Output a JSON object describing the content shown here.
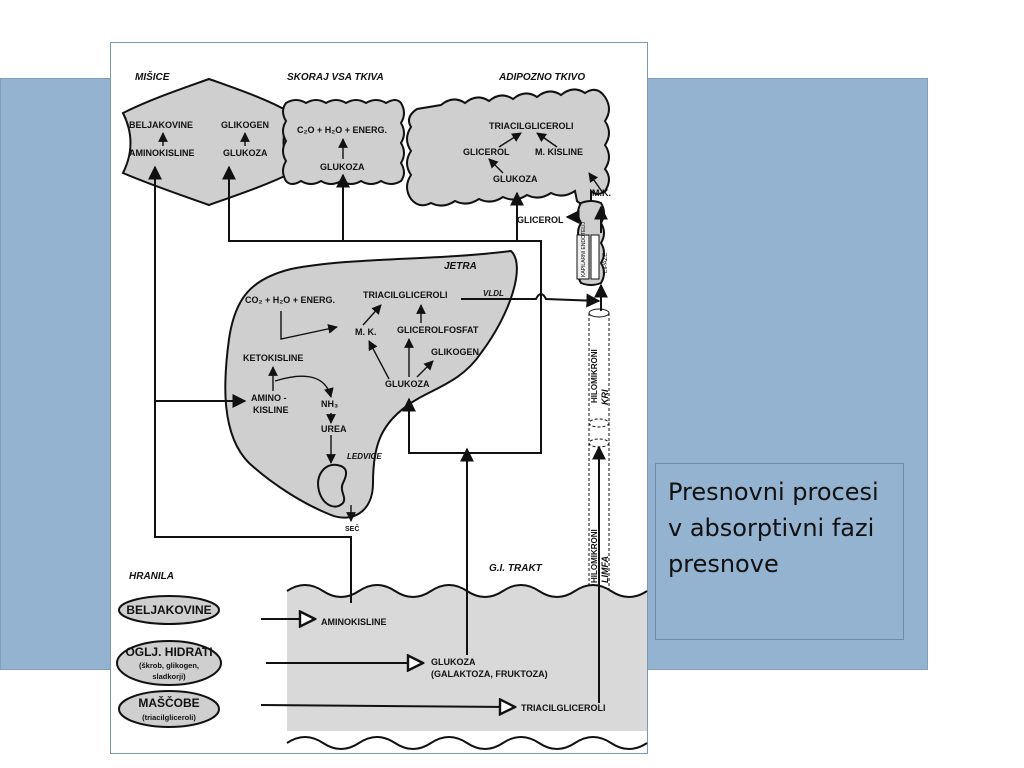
{
  "caption": {
    "text": "Presnovni procesi v absorptivni fazi presnove"
  },
  "organs": {
    "muscles": {
      "title": "MIŠICE",
      "label_protein": "BELJAKOVINE",
      "label_glycogen": "GLIKOGEN",
      "label_amino": "AMINOKISLINE",
      "label_glucose": "GLUKOZA"
    },
    "tissues": {
      "title": "SKORAJ VSA TKIVA",
      "reaction": "C₂O + H₂O + ENERG.",
      "label_glucose": "GLUKOZA"
    },
    "adipose": {
      "title": "ADIPOZNO TKIVO",
      "label_tg": "TRIACILGLICEROLI",
      "label_glycerol": "GLICEROL",
      "label_fa": "M. KISLINE",
      "label_glucose": "GLUKOZA",
      "label_mk": "M.K.",
      "label_glycerol_out": "GLICEROL",
      "label_capillary": "KAPILARNI ENDOTELIJ",
      "label_lipase": "LIPAZE"
    },
    "liver": {
      "title": "JETRA",
      "reaction": "CO₂ + H₂O + ENERG.",
      "label_tg": "TRIACILGLICEROLI",
      "label_vldl": "VLDL",
      "label_mk": "M. K.",
      "label_glycerolphosphate": "GLICEROLFOSFAT",
      "label_ketoacids": "KETOKISLINE",
      "label_glycogen": "GLIKOGEN",
      "label_amino_1": "AMINO -",
      "label_amino_2": "KISLINE",
      "label_glucose": "GLUKOZA",
      "label_nh3": "NH₃",
      "label_urea": "UREA"
    },
    "kidney": {
      "title": "LEDVICE",
      "label_urine": "SEČ"
    },
    "lymph": {
      "chylomicrons_upper": "HILOMIKRONI",
      "lymph_upper": "KRI",
      "chylomicrons_lower": "HILOMIKRONI",
      "lymph_lower": "LIMFA"
    },
    "gi": {
      "title": "G.I. TRAKT",
      "label_amino": "AMINOKISLINE",
      "label_glucose": "GLUKOZA",
      "label_glucose_sub": "(GALAKTOZA, FRUKTOZA)",
      "label_tg": "TRIACILGLICEROLI"
    }
  },
  "nutrients": {
    "title": "HRANILA",
    "protein": "BELJAKOVINE",
    "carb_1": "OGLJ. HIDRATI",
    "carb_2": "(škrob, glikogen,",
    "carb_3": "sladkorji)",
    "fat_1": "MAŠČOBE",
    "fat_2": "(triacilgliceroli)"
  }
}
